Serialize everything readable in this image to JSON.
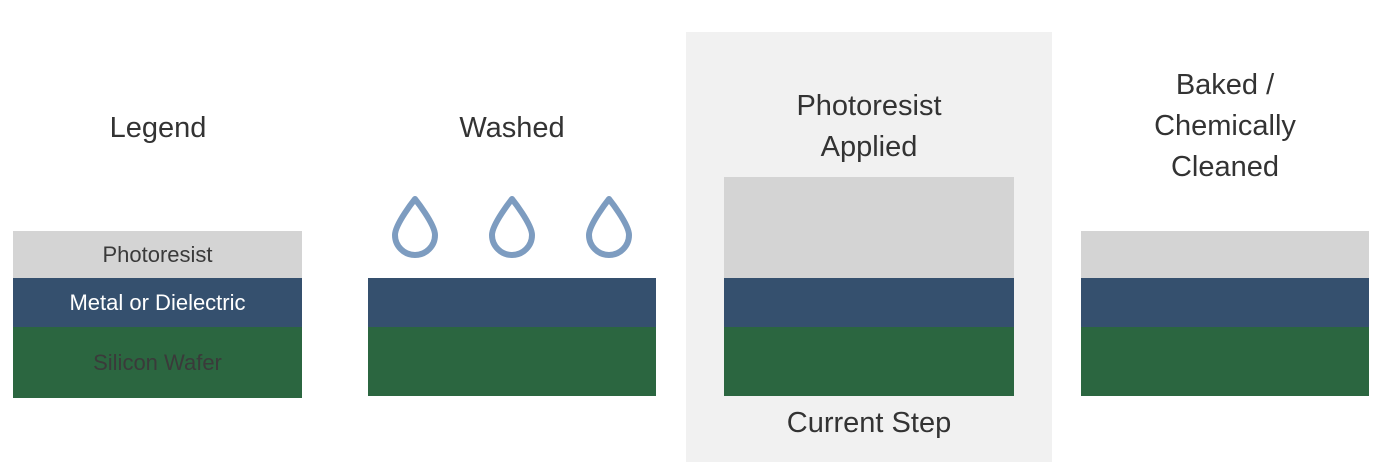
{
  "diagram": {
    "title_hidden": "",
    "colors": {
      "photoresist": "#d4d4d4",
      "metal": "#35506e",
      "silicon": "#2b6640",
      "droplet": "#7d9cc0",
      "highlight_panel": "#f1f1f1",
      "text": "#333333",
      "text_on_dark": "#ffffff",
      "background": "#ffffff"
    },
    "columns": [
      {
        "id": "legend",
        "title": "Legend",
        "layers": [
          {
            "name": "photoresist",
            "label": "Photoresist"
          },
          {
            "name": "metal",
            "label": "Metal or Dielectric"
          },
          {
            "name": "silicon",
            "label": "Silicon Wafer"
          }
        ],
        "droplets": 0,
        "highlighted": false,
        "caption": ""
      },
      {
        "id": "washed",
        "title": "Washed",
        "layers": [
          {
            "name": "metal",
            "label": ""
          },
          {
            "name": "silicon",
            "label": ""
          }
        ],
        "droplets": 3,
        "highlighted": false,
        "caption": ""
      },
      {
        "id": "photoresist-applied",
        "title": "Photoresist\nApplied",
        "layers": [
          {
            "name": "photoresist",
            "label": ""
          },
          {
            "name": "metal",
            "label": ""
          },
          {
            "name": "silicon",
            "label": ""
          }
        ],
        "droplets": 0,
        "highlighted": true,
        "caption": "Current Step"
      },
      {
        "id": "baked-chemically-cleaned",
        "title": "Baked /\nChemically\nCleaned",
        "layers": [
          {
            "name": "photoresist",
            "label": ""
          },
          {
            "name": "metal",
            "label": ""
          },
          {
            "name": "silicon",
            "label": ""
          }
        ],
        "droplets": 0,
        "highlighted": false,
        "caption": ""
      }
    ]
  }
}
